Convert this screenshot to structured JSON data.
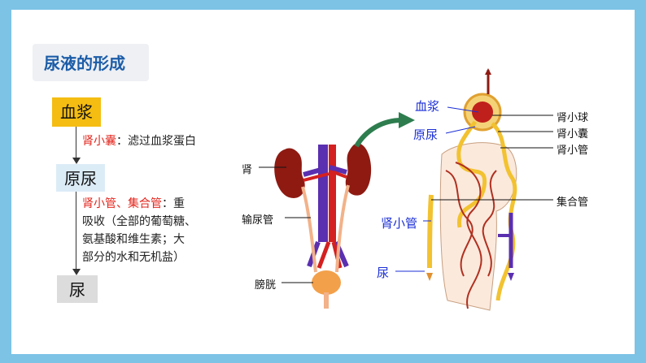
{
  "title": "尿液的形成",
  "flow": {
    "node1": "血浆",
    "step1_organ": "肾小囊",
    "step1_text": "：滤过血浆蛋白",
    "node2": "原尿",
    "step2_organ": "肾小管、集合管",
    "step2_line1": "：重",
    "step2_line2": "吸收（全部的葡萄糖、",
    "step2_line3": "氨基酸和维生素；大",
    "step2_line4": "部分的水和无机盐）",
    "node3": "尿"
  },
  "left_labels": {
    "kidney": "肾",
    "ureter": "输尿管",
    "bladder": "膀胱"
  },
  "right_labels": {
    "plasma": "血浆",
    "primary_urine": "原尿",
    "tubule_blue": "肾小管",
    "urine": "尿",
    "glomerulus": "肾小球",
    "capsule": "肾小囊",
    "tubule": "肾小管",
    "collecting_duct": "集合管"
  },
  "colors": {
    "title": "#1c5da8",
    "node1_bg": "#f5bd12",
    "node2_bg": "#dcecf7",
    "node3_bg": "#dcdcdc",
    "organ_text": "#e2241b",
    "blue_label": "#1b2fd6",
    "arrow": "#2e7d4f"
  }
}
